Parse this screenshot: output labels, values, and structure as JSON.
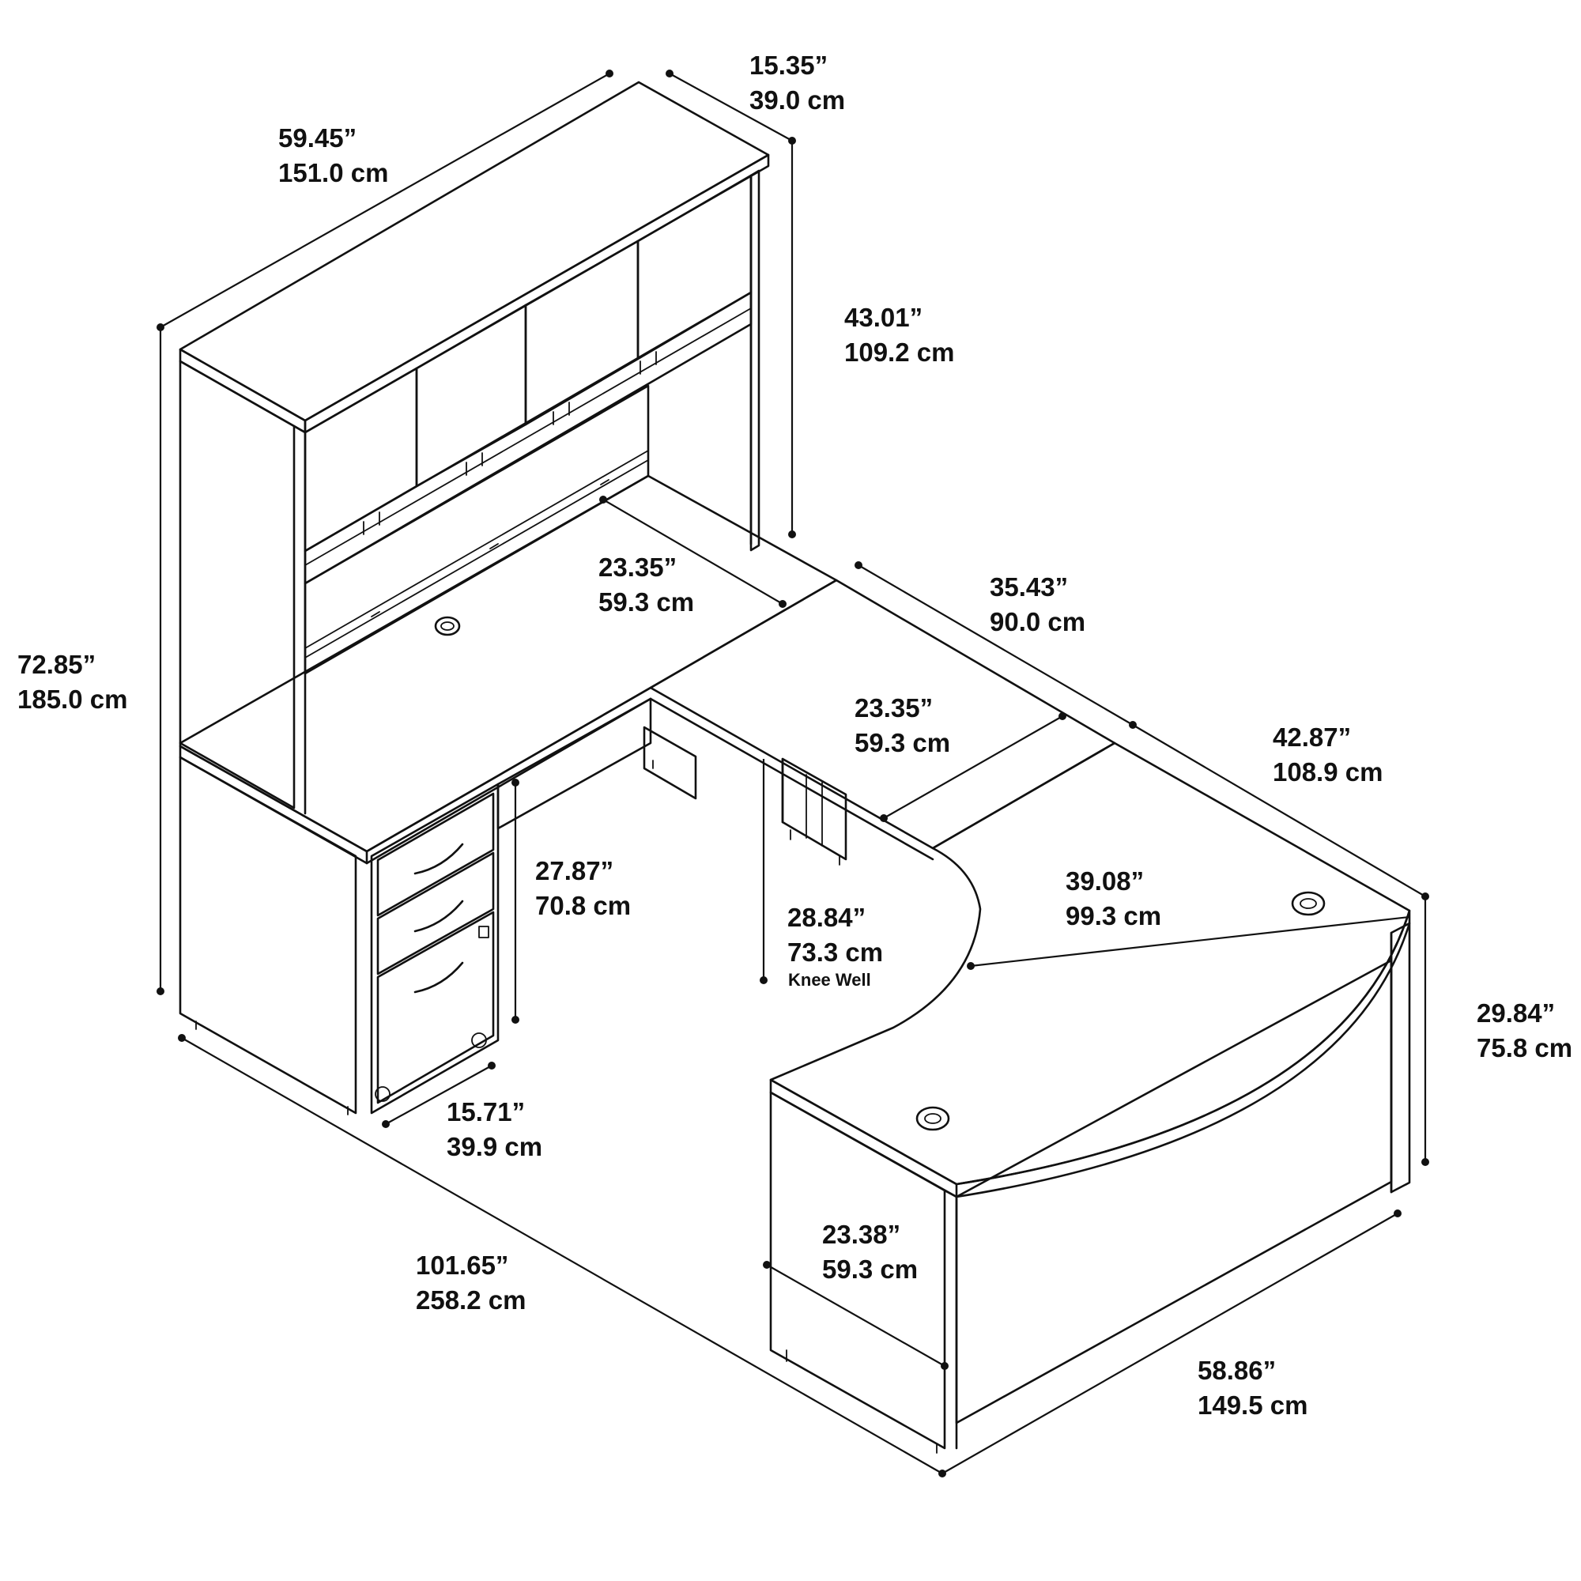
{
  "dimensions": {
    "hutch_width": {
      "in": "59.45”",
      "cm": "151.0 cm"
    },
    "hutch_depth": {
      "in": "15.35”",
      "cm": "39.0 cm"
    },
    "hutch_height": {
      "in": "43.01”",
      "cm": "109.2 cm"
    },
    "overall_height": {
      "in": "72.85”",
      "cm": "185.0 cm"
    },
    "desk_depth": {
      "in": "23.35”",
      "cm": "59.3 cm"
    },
    "bridge_length": {
      "in": "35.43”",
      "cm": "90.0 cm"
    },
    "bridge_depth": {
      "in": "23.35”",
      "cm": "59.3 cm"
    },
    "bowfront_length": {
      "in": "42.87”",
      "cm": "108.9 cm"
    },
    "bowfront_depth": {
      "in": "39.08”",
      "cm": "99.3 cm"
    },
    "pedestal_height": {
      "in": "27.87”",
      "cm": "70.8 cm"
    },
    "knee_well": {
      "in": "28.84”",
      "cm": "73.3 cm",
      "note": "Knee Well"
    },
    "desk_height": {
      "in": "29.84”",
      "cm": "75.8 cm"
    },
    "pedestal_depth": {
      "in": "15.71”",
      "cm": "39.9 cm"
    },
    "overall_length": {
      "in": "101.65”",
      "cm": "258.2 cm"
    },
    "return_depth": {
      "in": "23.38”",
      "cm": "59.3 cm"
    },
    "overall_width": {
      "in": "58.86”",
      "cm": "149.5 cm"
    }
  },
  "colors": {
    "line": "#111111",
    "background": "#ffffff"
  }
}
